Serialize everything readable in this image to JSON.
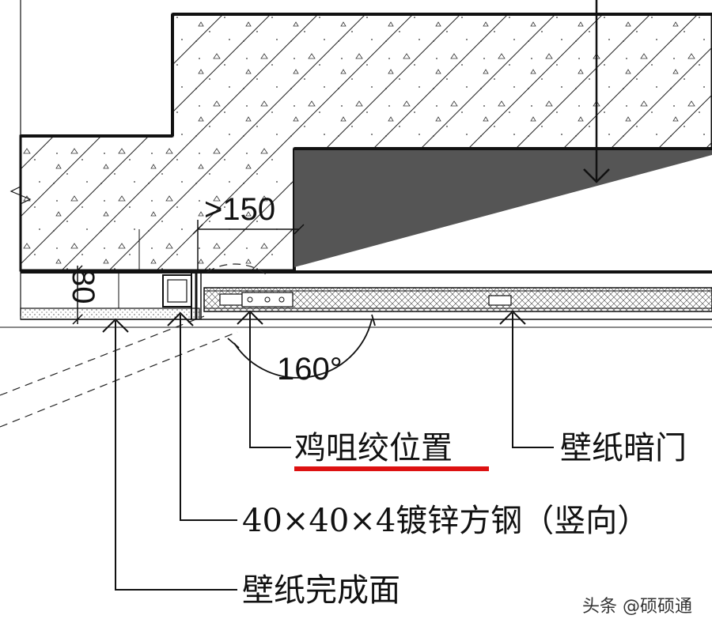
{
  "labels": {
    "hinge_position": "鸡咀绞位置",
    "wallpaper_hidden_door": "壁纸暗门",
    "steel_tube": "40×40×4镀锌方钢（竖向）",
    "wallpaper_finish": "壁纸完成面"
  },
  "dimensions": {
    "min_width": ">150",
    "thickness": "80",
    "opening_angle": "160°"
  },
  "watermark": "头条 @硕硕通",
  "colors": {
    "line": "#111111",
    "wedge_fill": "#555555",
    "highlight_underline": "#dd1111",
    "background": "#ffffff"
  }
}
